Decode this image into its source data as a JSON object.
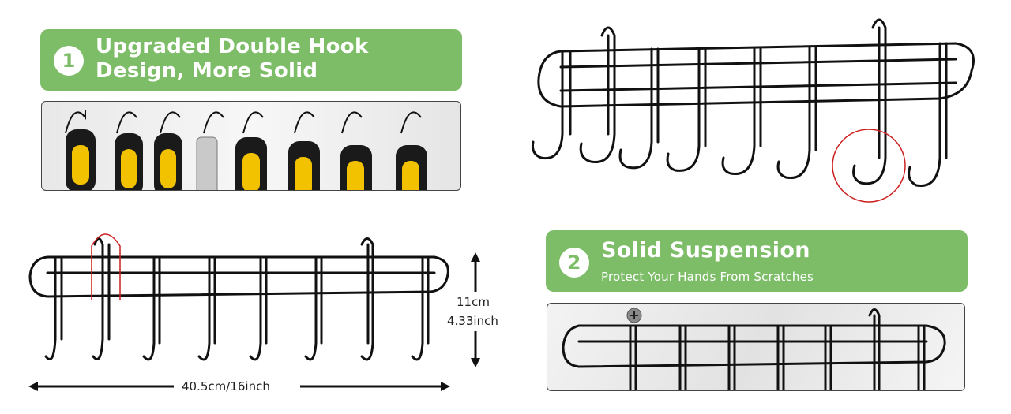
{
  "feature1": {
    "number": "1",
    "title_line1": "Upgraded Double Hook",
    "title_line2": "Design, More Solid"
  },
  "feature2": {
    "number": "2",
    "title": "Solid Suspension",
    "subtitle": "Protect Your Hands From Scratches"
  },
  "dimensions": {
    "height_cm": "11cm",
    "height_inch": "4.33inch",
    "width": "40.5cm/16inch"
  },
  "colors": {
    "accent_green": "#7dbd68",
    "rack_black": "#111111",
    "highlight_red": "#cc1f1f",
    "handle_yellow": "#f2c200"
  }
}
